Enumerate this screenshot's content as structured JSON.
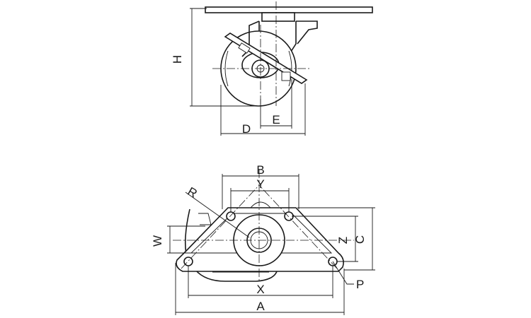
{
  "diagram": {
    "side_view": {
      "dimension_labels": {
        "H": "H",
        "D": "D",
        "E": "E"
      }
    },
    "top_view": {
      "dimension_labels": {
        "B": "B",
        "Y": "Y",
        "R": "R",
        "W": "W",
        "Z": "Z",
        "C": "C",
        "P": "P",
        "X": "X",
        "A": "A"
      }
    }
  }
}
